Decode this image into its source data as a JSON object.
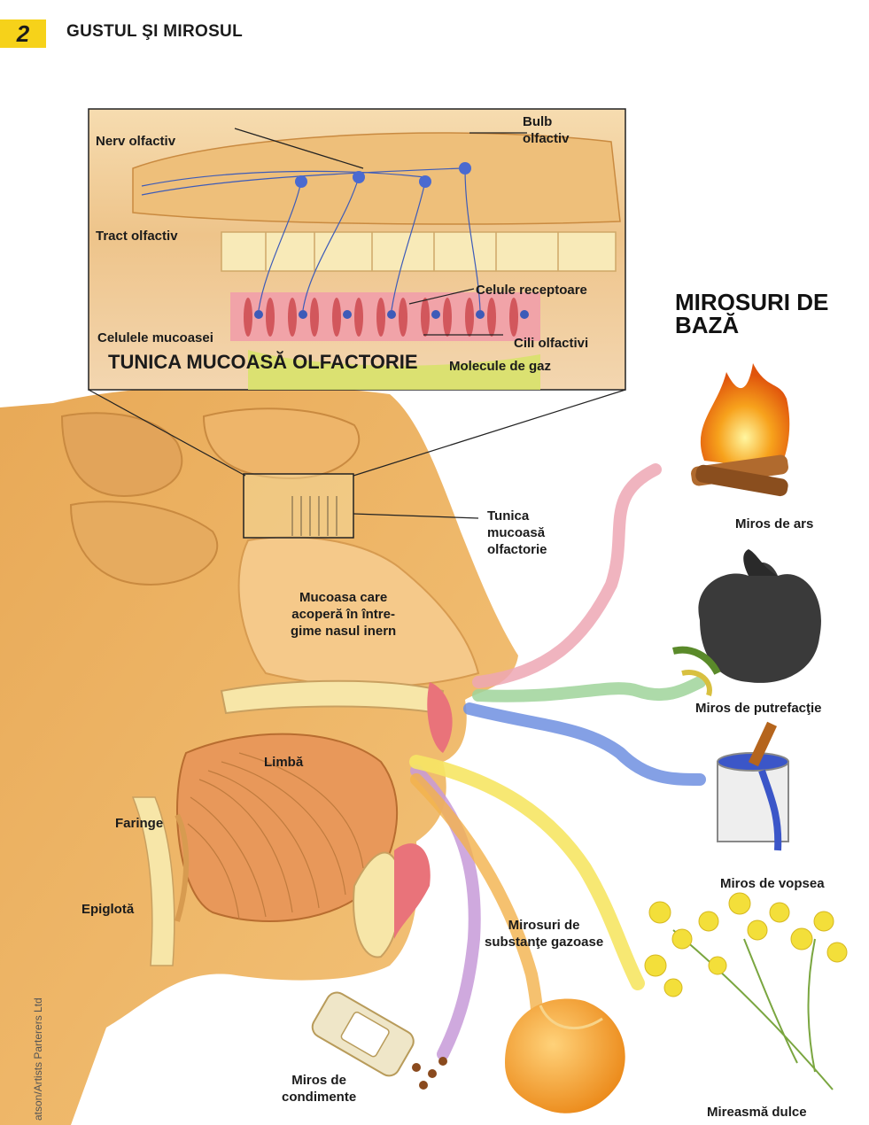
{
  "header": {
    "page_number": "2",
    "title": "GUSTUL ŞI MIROSUL"
  },
  "inset": {
    "nerve": "Nerv olfactiv",
    "bulb": "Bulb\nolfactiv",
    "tract": "Tract olfactiv",
    "receptors": "Celule receptoare",
    "mucosa_cells": "Celulele mucoasei",
    "cilia": "Cili olfactivi",
    "title": "TUNICA MUCOASĂ OLFACTORIE",
    "gas_molecules": "Molecule de gaz"
  },
  "anatomy": {
    "olfactory_membrane": "Tunica\nmucoasă\nolfactorie",
    "nasal_mucosa": "Mucoasa care\nacoperă în între-\ngime nasul inern",
    "tongue": "Limbă",
    "pharynx": "Faringe",
    "epiglottis": "Epiglotă",
    "gaseous": "Mirosuri de\nsubstanţe gazoase"
  },
  "smells": {
    "title": "MIROSURI DE\nBAZĂ",
    "burning": "Miros de ars",
    "putrefaction": "Miros de putrefacţie",
    "paint": "Miros de vopsea",
    "spices": "Miros de\ncondimente",
    "sweet": "Mireasmă dulce"
  },
  "credit": "atson/Artists Parterers Ltd",
  "colors": {
    "skin": "#f2b86a",
    "tissue": "#e9a24c",
    "bone": "#f7e6a8",
    "inset_bg": "#f1cc8e",
    "title_bar": "#f6d21a",
    "ribbon_pink": "#eda7b4",
    "ribbon_green": "#9fd39a",
    "ribbon_blue": "#6f8fe0",
    "ribbon_purple": "#c79ad8",
    "ribbon_yellow": "#f6e564",
    "ribbon_orange": "#f2b24b"
  }
}
